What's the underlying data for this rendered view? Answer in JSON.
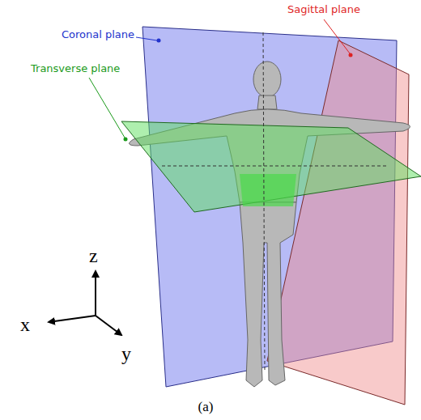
{
  "diagram": {
    "caption": "(a)",
    "labels": [
      "Sagittal plane",
      "Coronal plane",
      "Transverse plane",
      "z",
      "x",
      "y"
    ]
  }
}
